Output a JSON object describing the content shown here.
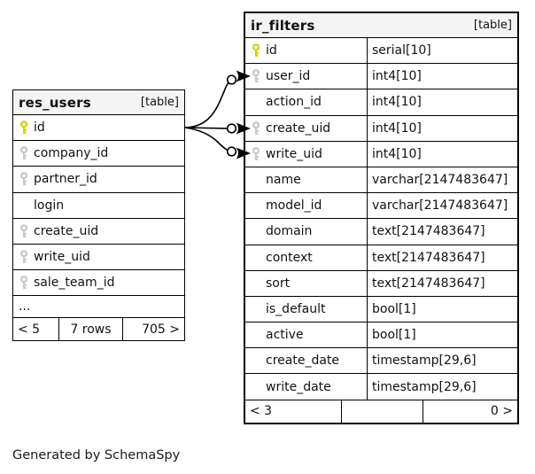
{
  "credit": "Generated by SchemaSpy",
  "colors": {
    "header_bg": "#f4f4f4",
    "border": "#000000",
    "primary_key": "#d0d000",
    "foreign_key": "#c6c6c6",
    "line": "#000000"
  },
  "tables": {
    "res_users": {
      "name": "res_users",
      "tag": "[table]",
      "columns": [
        {
          "name": "id",
          "key": "primary"
        },
        {
          "name": "company_id",
          "key": "foreign"
        },
        {
          "name": "partner_id",
          "key": "foreign"
        },
        {
          "name": "login",
          "key": "none"
        },
        {
          "name": "create_uid",
          "key": "foreign"
        },
        {
          "name": "write_uid",
          "key": "foreign"
        },
        {
          "name": "sale_team_id",
          "key": "foreign"
        }
      ],
      "ellipsis": "...",
      "footer": {
        "left": "< 5",
        "center": "7 rows",
        "right": "705 >"
      }
    },
    "ir_filters": {
      "name": "ir_filters",
      "tag": "[table]",
      "columns": [
        {
          "name": "id",
          "type": "serial[10]",
          "key": "primary"
        },
        {
          "name": "user_id",
          "type": "int4[10]",
          "key": "foreign"
        },
        {
          "name": "action_id",
          "type": "int4[10]",
          "key": "none"
        },
        {
          "name": "create_uid",
          "type": "int4[10]",
          "key": "foreign"
        },
        {
          "name": "write_uid",
          "type": "int4[10]",
          "key": "foreign"
        },
        {
          "name": "name",
          "type": "varchar[2147483647]",
          "key": "none"
        },
        {
          "name": "model_id",
          "type": "varchar[2147483647]",
          "key": "none"
        },
        {
          "name": "domain",
          "type": "text[2147483647]",
          "key": "none"
        },
        {
          "name": "context",
          "type": "text[2147483647]",
          "key": "none"
        },
        {
          "name": "sort",
          "type": "text[2147483647]",
          "key": "none"
        },
        {
          "name": "is_default",
          "type": "bool[1]",
          "key": "none"
        },
        {
          "name": "active",
          "type": "bool[1]",
          "key": "none"
        },
        {
          "name": "create_date",
          "type": "timestamp[29,6]",
          "key": "none"
        },
        {
          "name": "write_date",
          "type": "timestamp[29,6]",
          "key": "none"
        }
      ],
      "footer": {
        "left": "< 3",
        "center": "",
        "right": "0 >"
      }
    }
  },
  "relationships": [
    {
      "from": "res_users.id",
      "to": "ir_filters.user_id"
    },
    {
      "from": "res_users.id",
      "to": "ir_filters.create_uid"
    },
    {
      "from": "res_users.id",
      "to": "ir_filters.write_uid"
    }
  ]
}
